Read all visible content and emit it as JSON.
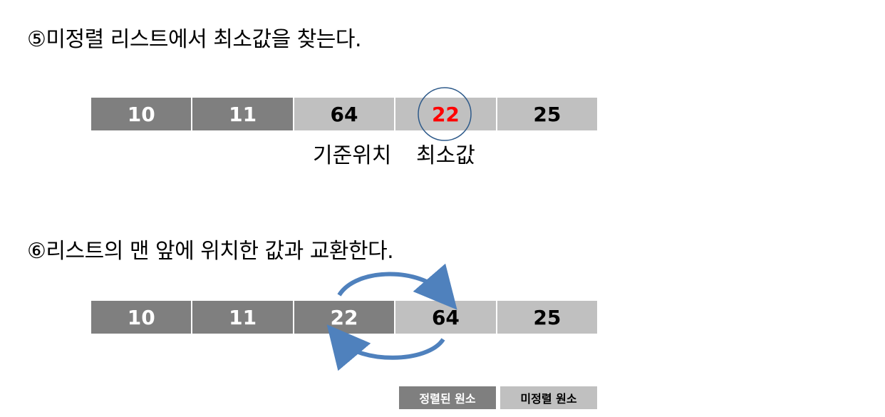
{
  "step5": {
    "title": "⑤미정렬 리스트에서 최소값을 찾는다.",
    "cells": [
      {
        "value": "10",
        "state": "sorted"
      },
      {
        "value": "11",
        "state": "sorted"
      },
      {
        "value": "64",
        "state": "unsorted"
      },
      {
        "value": "22",
        "state": "unsorted-min"
      },
      {
        "value": "25",
        "state": "unsorted"
      }
    ],
    "label_position": "기준위치",
    "label_min": "최소값"
  },
  "step6": {
    "title": "⑥리스트의 맨 앞에 위치한 값과 교환한다.",
    "cells": [
      {
        "value": "10",
        "state": "sorted"
      },
      {
        "value": "11",
        "state": "sorted"
      },
      {
        "value": "22",
        "state": "sorted"
      },
      {
        "value": "64",
        "state": "unsorted"
      },
      {
        "value": "25",
        "state": "unsorted"
      }
    ]
  },
  "legend": {
    "sorted": "정렬된 원소",
    "unsorted": "미정렬 원소"
  },
  "colors": {
    "sorted": "#7f7f7f",
    "unsorted": "#c0c0c0",
    "highlight": "#ff0000",
    "circle": "#2e5a8a",
    "arrow": "#4f81bd"
  }
}
